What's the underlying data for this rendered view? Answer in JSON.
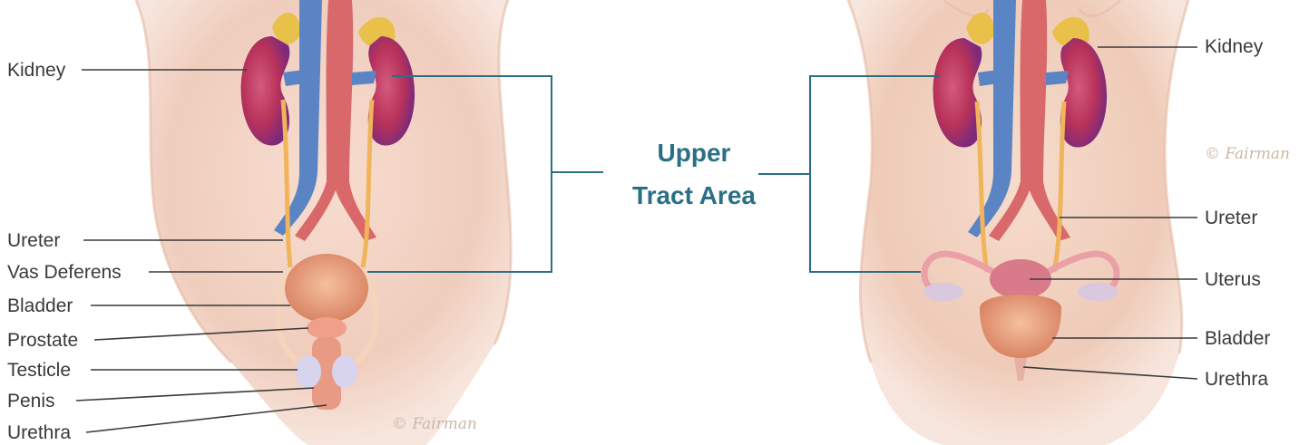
{
  "center_callout": {
    "line1": "Upper",
    "line2": "Tract Area",
    "color": "#2a6f86"
  },
  "male": {
    "labels": {
      "kidney": "Kidney",
      "ureter": "Ureter",
      "vas_deferens": "Vas Deferens",
      "bladder": "Bladder",
      "prostate": "Prostate",
      "testicle": "Testicle",
      "penis": "Penis",
      "urethra": "Urethra"
    },
    "signature": "© Fairman"
  },
  "female": {
    "labels": {
      "kidney": "Kidney",
      "ureter": "Ureter",
      "uterus": "Uterus",
      "bladder": "Bladder",
      "urethra": "Urethra"
    },
    "signature": "© Fairman"
  },
  "colors": {
    "skin": "#f3d2c1",
    "kidney": "#b8325a",
    "vein": "#5b84c4",
    "artery": "#d9686a",
    "ureter": "#f0b45a",
    "bladder": "#e89a78",
    "leader": "#3a3a3a"
  }
}
